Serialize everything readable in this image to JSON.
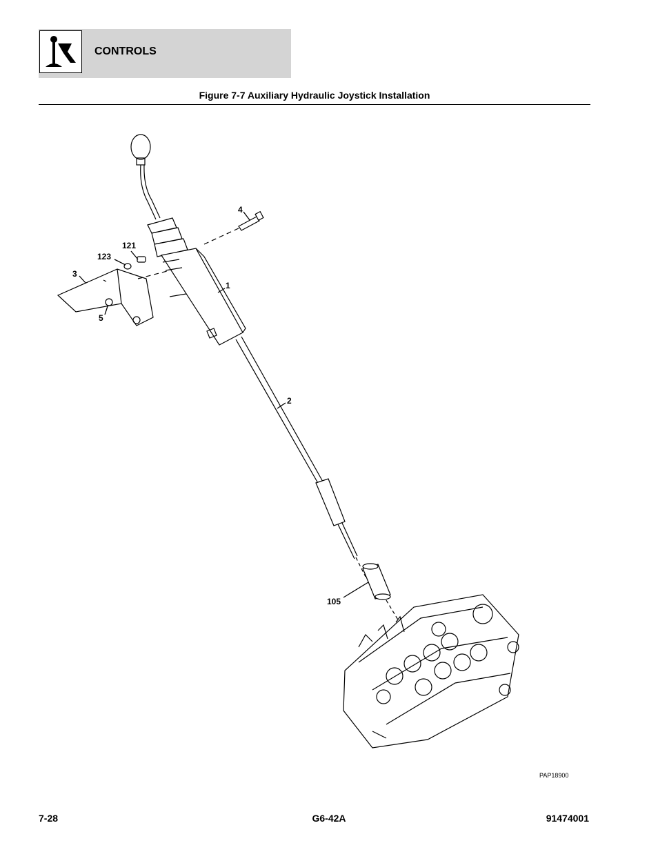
{
  "header": {
    "section_title": "CONTROLS",
    "icon": "joystick-controls-icon"
  },
  "figure": {
    "title": "Figure 7-7 Auxiliary Hydraulic Joystick Installation",
    "code": "PAP18900",
    "callouts": [
      "4",
      "121",
      "123",
      "3",
      "1",
      "5",
      "2",
      "105"
    ]
  },
  "footer": {
    "page_number": "7-28",
    "model": "G6-42A",
    "doc_number": "91474001"
  }
}
